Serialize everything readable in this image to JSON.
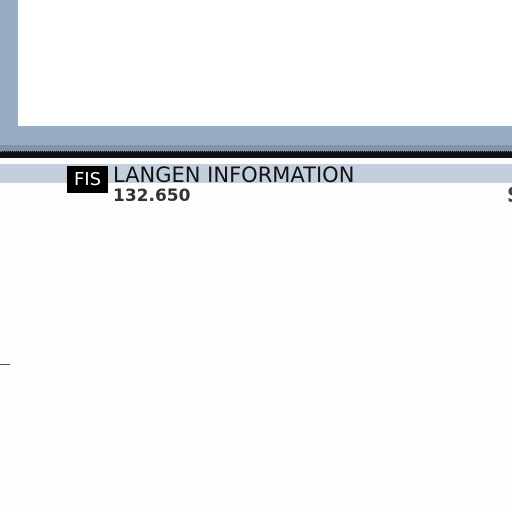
{
  "fis_sector": {
    "badge": "FIS",
    "name": "LANGEN INFORMATION",
    "frequency": "132.650"
  },
  "edge_label": "S",
  "colors": {
    "frame": "#98acc4",
    "band": "#c3cfdc",
    "border": "#111111",
    "badge_bg": "#000000",
    "badge_text": "#ffffff"
  }
}
